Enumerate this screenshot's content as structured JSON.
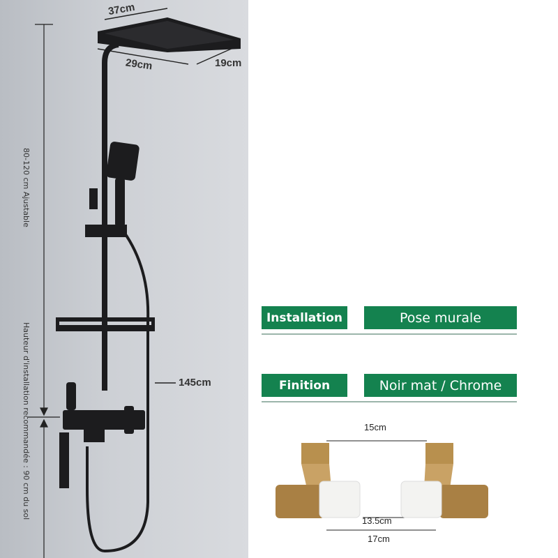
{
  "dimensions": {
    "head_width": "37cm",
    "head_depth": "29cm",
    "head_thickness": "19cm",
    "hose_length": "145cm",
    "rail_adjustable": "80-120 cm Ajustable",
    "install_height": "Hauteur d'installation recommandée : 90 cm du sol"
  },
  "specs": [
    {
      "label": "Installation",
      "value": "Pose murale"
    },
    {
      "label": "Finition",
      "value": "Noir mat / Chrome"
    }
  ],
  "fittings": {
    "top_distance": "15cm",
    "inner_distance": "13.5cm",
    "outer_distance": "17cm"
  },
  "colors": {
    "accent_green": "#14824f",
    "product_black": "#1c1c1e",
    "brass": "#b8904e"
  }
}
